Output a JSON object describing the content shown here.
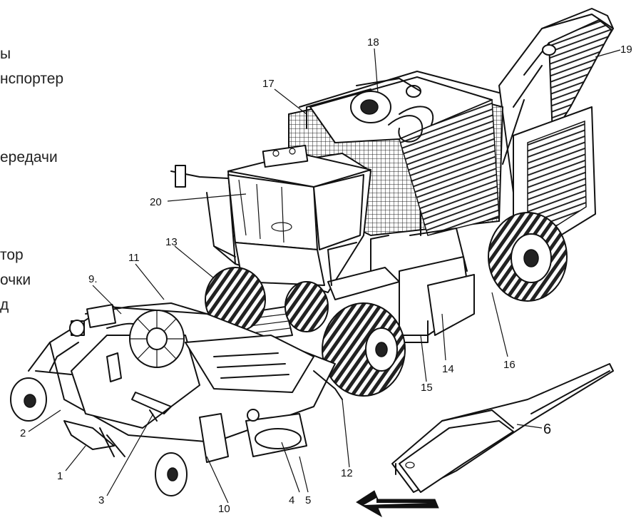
{
  "legend_fragments": [
    "ы",
    "нспортер",
    "ередачи",
    "тор",
    "очки",
    "д"
  ],
  "callouts": [
    "1",
    "2",
    "3",
    "4",
    "5",
    "6",
    "9.",
    "10",
    "11",
    "12",
    "13",
    "14",
    "15",
    "16",
    "17",
    "18",
    "19",
    "20"
  ]
}
